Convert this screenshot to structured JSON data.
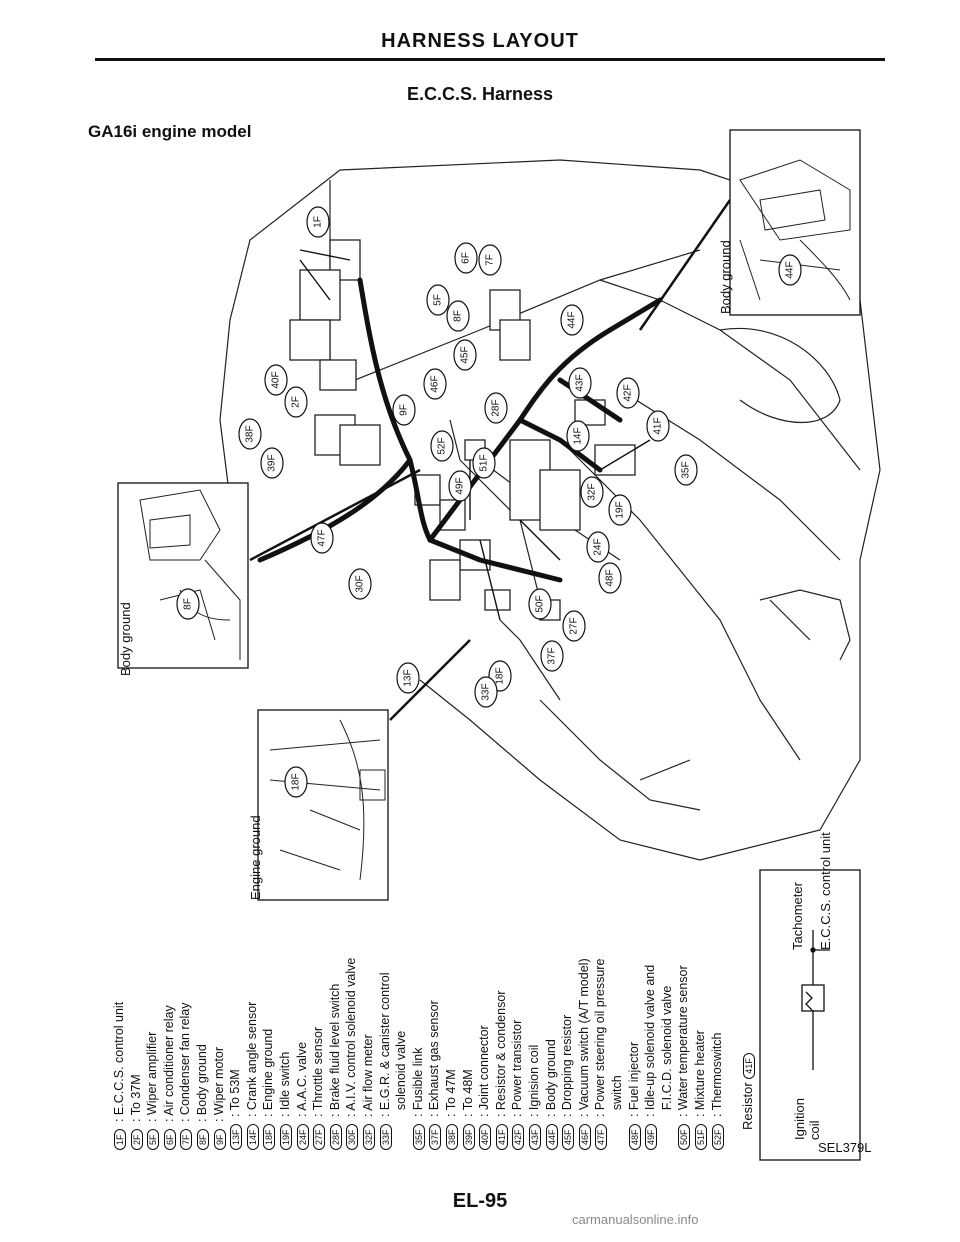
{
  "header": {
    "title": "HARNESS LAYOUT",
    "subtitle": "E.C.C.S. Harness",
    "model": "GA16i engine model"
  },
  "insets": {
    "body_ground_left": "Body ground",
    "body_ground_right": "Body ground",
    "engine_ground": "Engine ground"
  },
  "callouts": {
    "top": [
      "1F",
      "5F",
      "6F",
      "7F",
      "8F",
      "44F",
      "40F",
      "45F",
      "46F",
      "43F",
      "42F",
      "28F",
      "2F",
      "9F",
      "52F",
      "14F",
      "41F",
      "38F",
      "39F",
      "51F",
      "32F",
      "35F",
      "49F",
      "19F",
      "24F",
      "48F",
      "47F",
      "30F",
      "27F",
      "50F",
      "37F",
      "13F",
      "18F",
      "33F"
    ],
    "inset_left": "8F",
    "inset_engine": "18F",
    "inset_right": "44F"
  },
  "legend": [
    {
      "code": "1F",
      "text": "E.C.C.S. control unit"
    },
    {
      "code": "2F",
      "text": "To 37M"
    },
    {
      "code": "5F",
      "text": "Wiper amplifier"
    },
    {
      "code": "6F",
      "text": "Air conditioner relay"
    },
    {
      "code": "7F",
      "text": "Condenser fan relay"
    },
    {
      "code": "8F",
      "text": "Body ground"
    },
    {
      "code": "9F",
      "text": "Wiper motor"
    },
    {
      "code": "13F",
      "text": "To 53M"
    },
    {
      "code": "14F",
      "text": "Crank angle sensor"
    },
    {
      "code": "18F",
      "text": "Engine ground"
    },
    {
      "code": "19F",
      "text": "Idle switch"
    },
    {
      "code": "24F",
      "text": "A.A.C. valve"
    },
    {
      "code": "27F",
      "text": "Throttle sensor"
    },
    {
      "code": "28F",
      "text": "Brake fluid level switch"
    },
    {
      "code": "30F",
      "text": "A.I.V. control solenoid valve"
    },
    {
      "code": "32F",
      "text": "Air flow meter"
    },
    {
      "code": "33F",
      "text": "E.G.R. & canister control"
    },
    {
      "code": "",
      "text": "solenoid valve"
    },
    {
      "code": "35F",
      "text": "Fusible link"
    },
    {
      "code": "37F",
      "text": "Exhaust gas sensor"
    },
    {
      "code": "38F",
      "text": "To 47M"
    },
    {
      "code": "39F",
      "text": "To 48M"
    },
    {
      "code": "40F",
      "text": "Joint connector"
    },
    {
      "code": "41F",
      "text": "Resistor & condensor"
    },
    {
      "code": "42F",
      "text": "Power transistor"
    },
    {
      "code": "43F",
      "text": "Ignision coil"
    },
    {
      "code": "44F",
      "text": "Body ground"
    },
    {
      "code": "45F",
      "text": "Dropping resistor"
    },
    {
      "code": "46F",
      "text": "Vacuum switch (A/T model)"
    },
    {
      "code": "47F",
      "text": "Power steering oil pressure"
    },
    {
      "code": "",
      "text": "switch"
    },
    {
      "code": "48F",
      "text": "Fuel injector"
    },
    {
      "code": "49F",
      "text": "Idle-up solenoid valve and"
    },
    {
      "code": "",
      "text": "F.I.C.D. solenoid valve"
    },
    {
      "code": "50F",
      "text": "Water temperature sensor"
    },
    {
      "code": "51F",
      "text": "Mixture heater"
    },
    {
      "code": "52F",
      "text": "Thermoswitch"
    }
  ],
  "resistor_box": {
    "title": "Resistor",
    "code": "41F",
    "ignition": "Ignition coil",
    "tachometer": "Tachometer",
    "ecu": "E.C.C.S. control unit"
  },
  "footer": {
    "page": "EL-95",
    "ref": "SEL379L",
    "watermark": "carmanualsonline.info"
  }
}
